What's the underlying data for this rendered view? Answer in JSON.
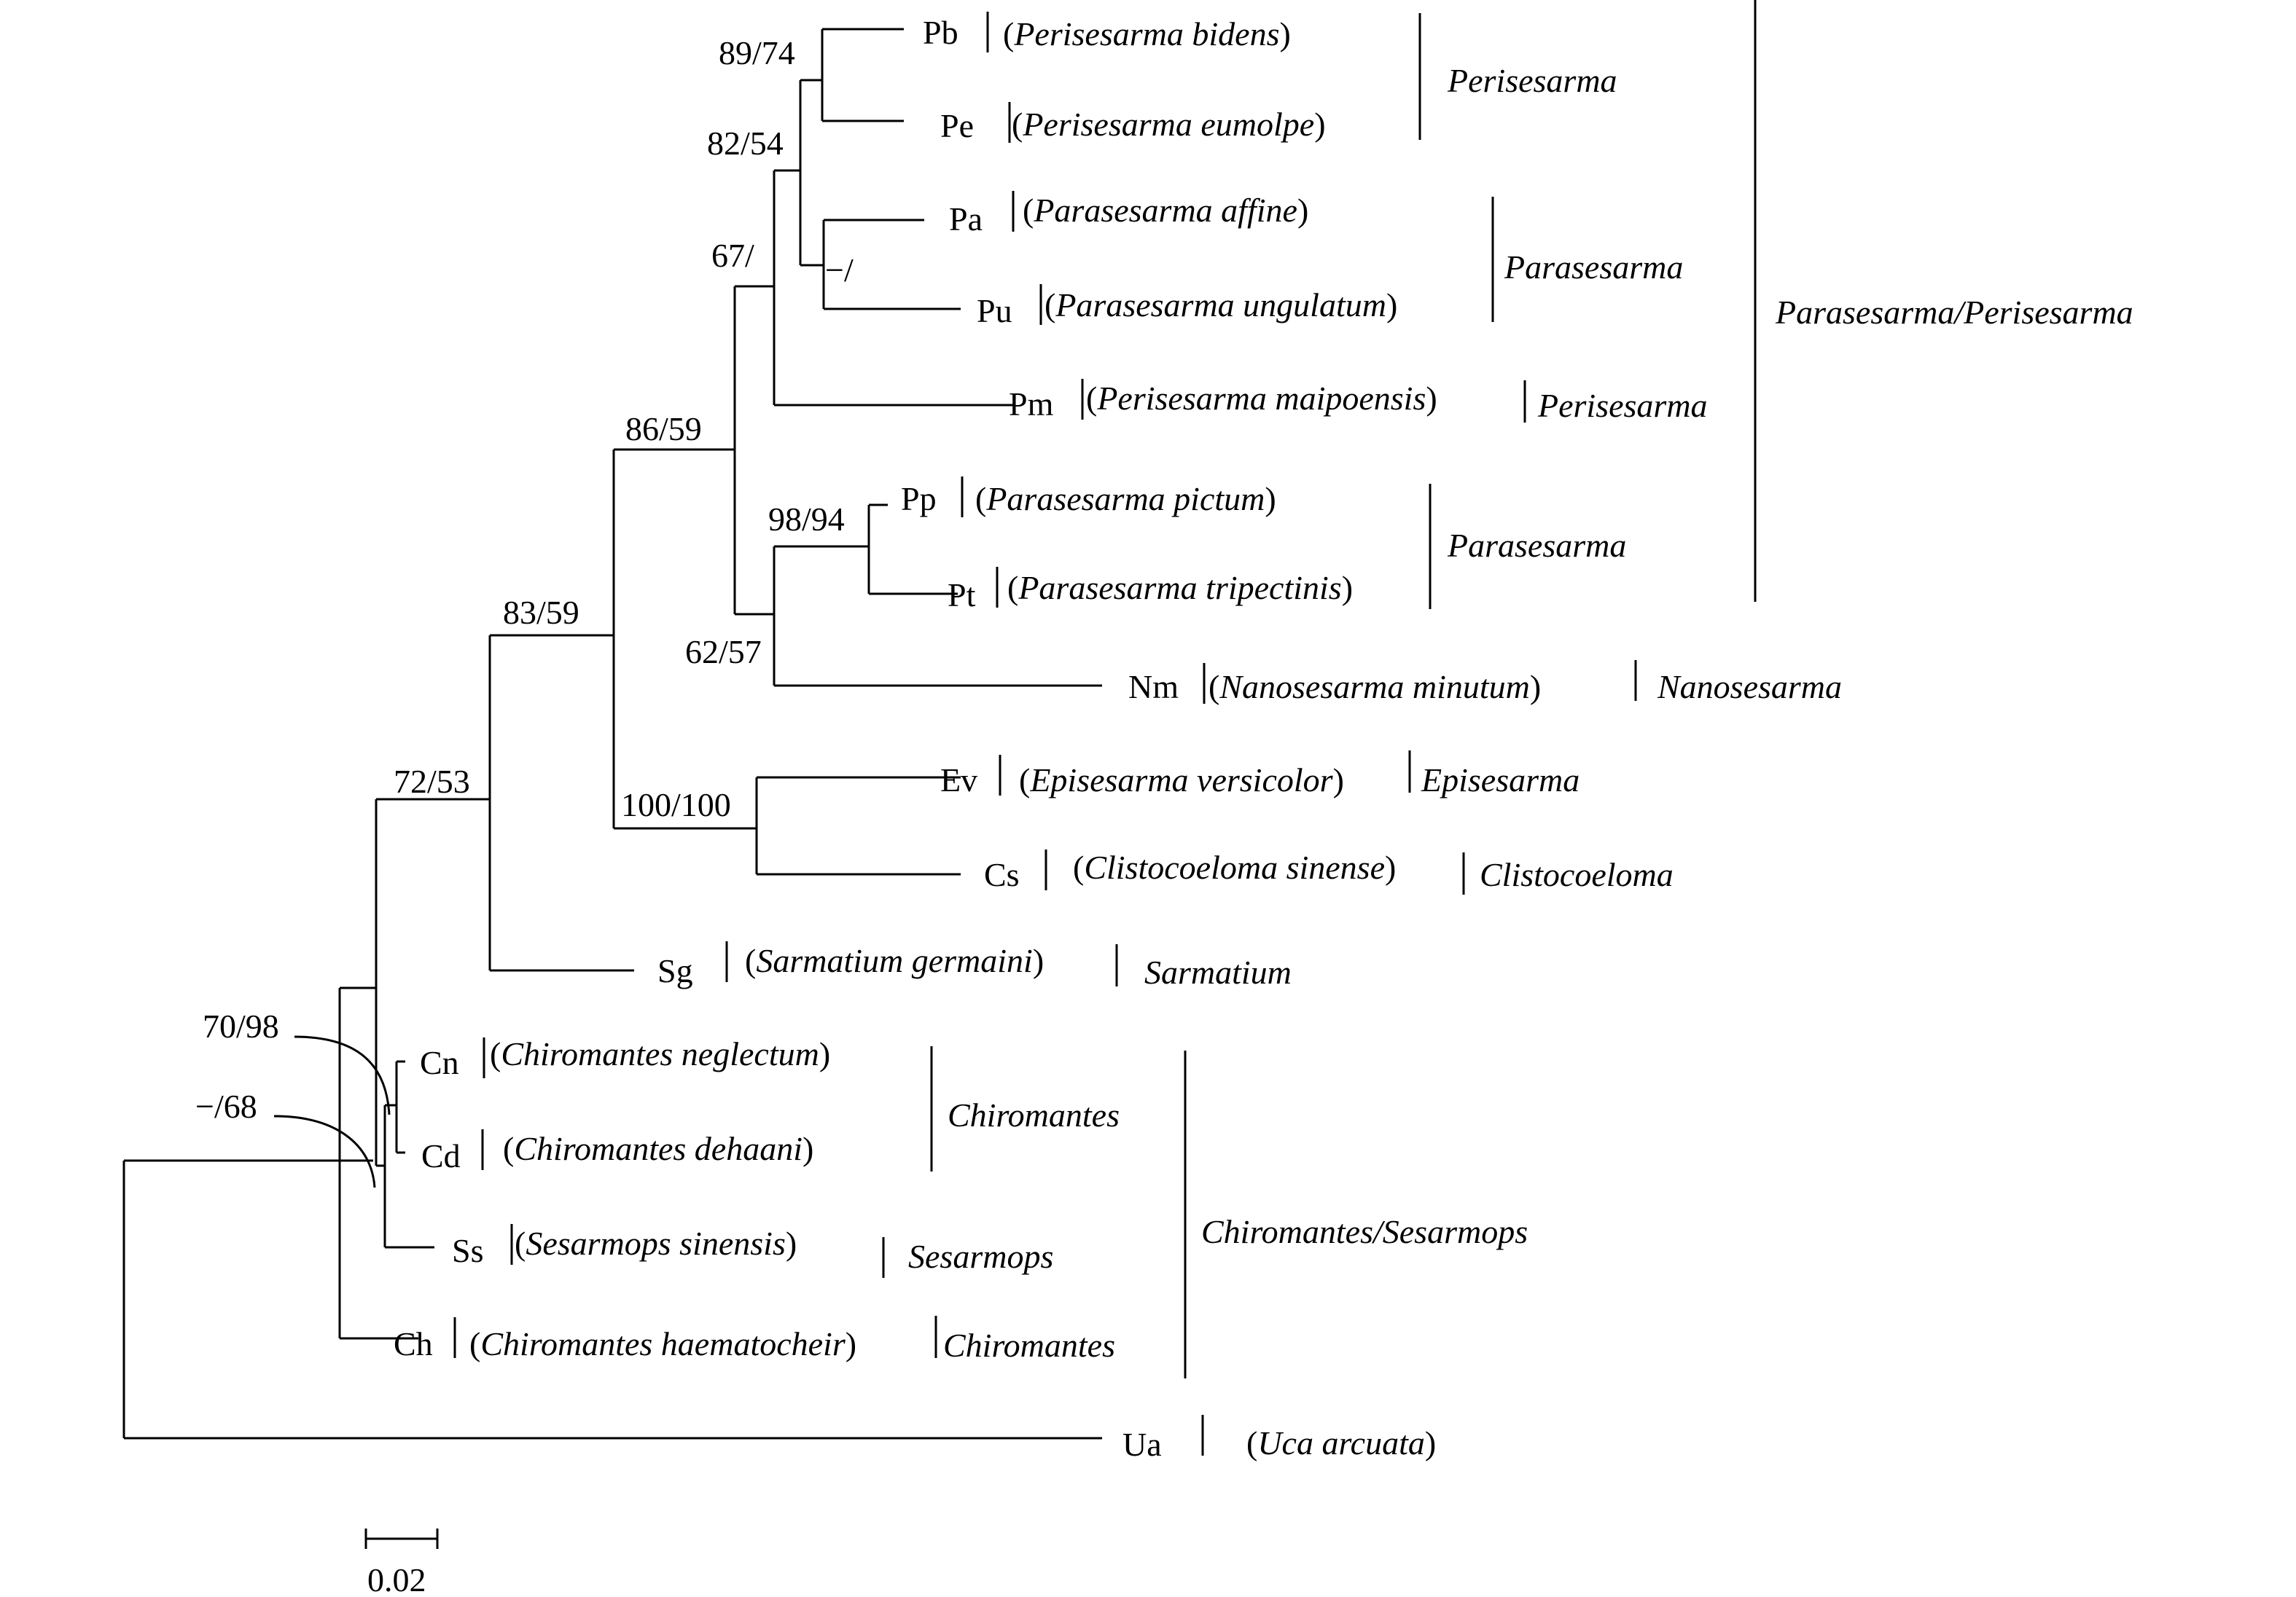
{
  "tips": [
    {
      "code": "Pb",
      "species": "Perisesarma bidens"
    },
    {
      "code": "Pe",
      "species": "Perisesarma eumolpe"
    },
    {
      "code": "Pa",
      "species": "Parasesarma affine"
    },
    {
      "code": "Pu",
      "species": "Parasesarma ungulatum"
    },
    {
      "code": "Pm",
      "species": "Perisesarma maipoensis"
    },
    {
      "code": "Pp",
      "species": "Parasesarma pictum"
    },
    {
      "code": "Pt",
      "species": "Parasesarma tripectinis"
    },
    {
      "code": "Nm",
      "species": "Nanosesarma minutum"
    },
    {
      "code": "Ev",
      "species": "Episesarma versicolor"
    },
    {
      "code": "Cs",
      "species": "Clistocoeloma sinense"
    },
    {
      "code": "Sg",
      "species": "Sarmatium germaini"
    },
    {
      "code": "Cn",
      "species": "Chiromantes neglectum"
    },
    {
      "code": "Cd",
      "species": "Chiromantes dehaani"
    },
    {
      "code": "Ss",
      "species": "Sesarmops sinensis"
    },
    {
      "code": "Ch",
      "species": "Chiromantes haematocheir"
    },
    {
      "code": "Ua",
      "species": "Uca arcuata"
    }
  ],
  "support": {
    "n_pb_pe": "89/74",
    "n_pbpe_papu": "82/54",
    "n_papu": "−/",
    "n_pm": "67/",
    "n_ppnm": "86/59",
    "n_pp_pt": "98/94",
    "n_ppt_nm": "62/57",
    "n_ev_cs": "100/100",
    "n_sg": "83/59",
    "n_ingroup": "72/53",
    "n_cn_cd": "70/98",
    "n_ss": "−/68"
  },
  "genera": {
    "perisesarma_1": "Perisesarma",
    "parasesarma_1": "Parasesarma",
    "perisesarma_2": "Perisesarma",
    "parasesarma_2": "Parasesarma",
    "nanosesarma": "Nanosesarma",
    "episesarma": "Episesarma",
    "clistocoeloma": "Clistocoeloma",
    "sarmatium": "Sarmatium",
    "chiromantes_1": "Chiromantes",
    "sesarmops": "Sesarmops",
    "chiromantes_2": "Chiromantes"
  },
  "groups": {
    "parasesarma_perisesarma": "Parasesarma/Perisesarma",
    "chiromantes_sesarmops": "Chiromantes/Sesarmops"
  },
  "scale": {
    "label": "0.02",
    "value": 0.02
  }
}
